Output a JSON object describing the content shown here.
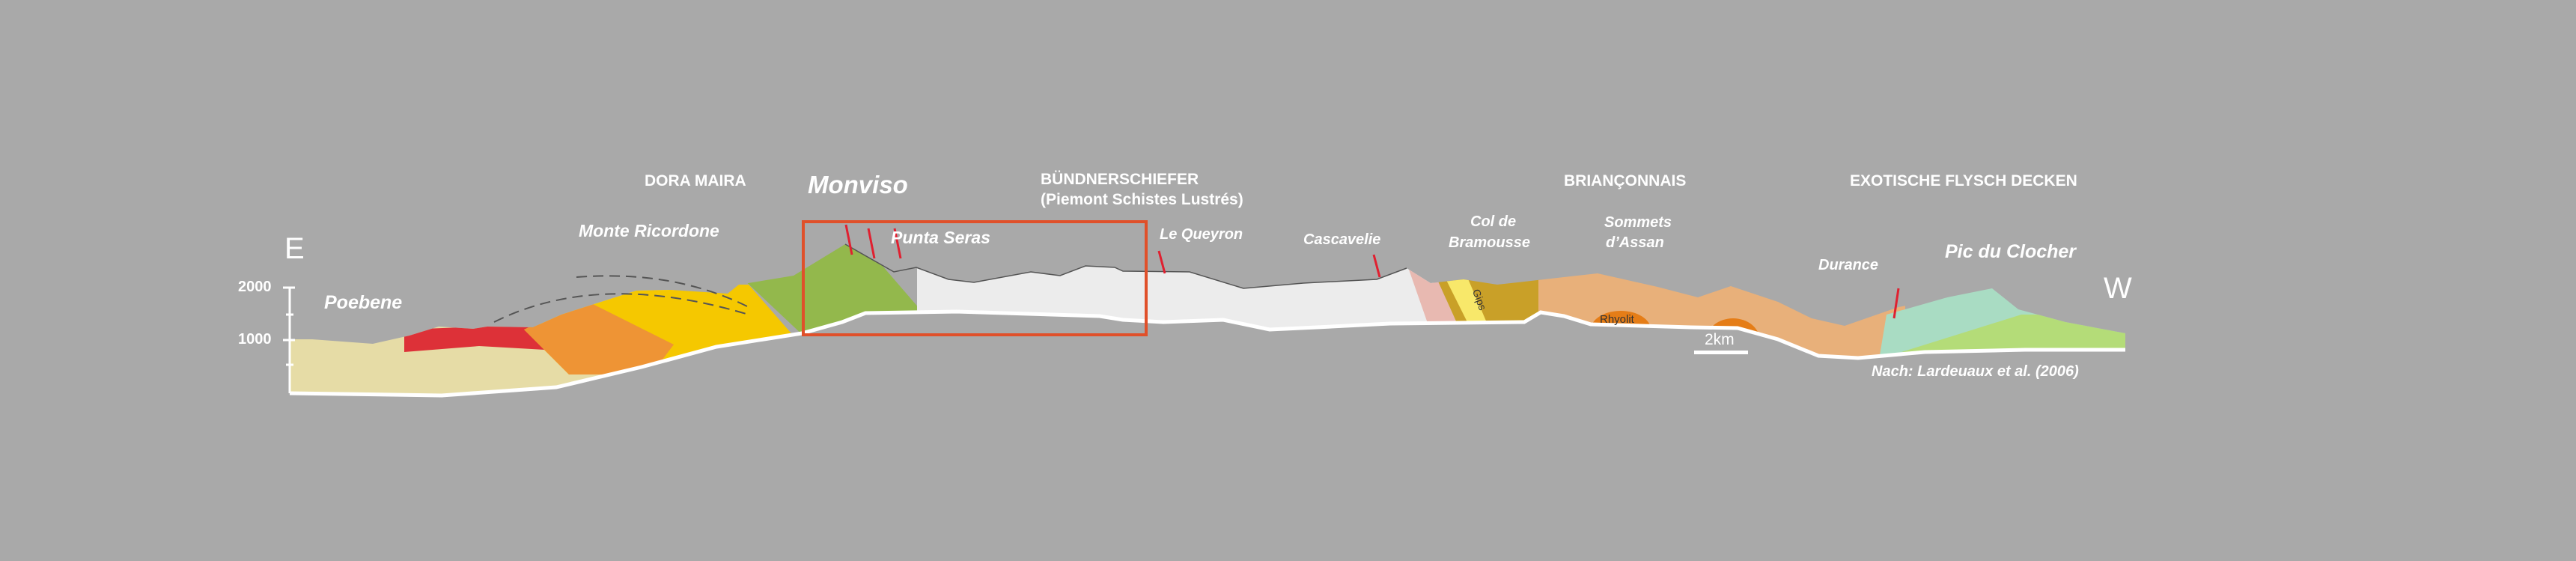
{
  "regions": {
    "dora_maira": "DORA MAIRA",
    "buendnerschiefer": "BÜNDNERSCHIEFER",
    "buendnerschiefer_sub": "(Piemont Schistes Lustrés)",
    "brianconnais": "BRIANÇONNAIS",
    "exotische": "EXOTISCHE FLYSCH DECKEN"
  },
  "places": {
    "monviso": "Monviso",
    "monte_ricordone": "Monte Ricordone",
    "punta_seras": "Punta Seras",
    "le_queyron": "Le Queyron",
    "cascavelie": "Cascavelie",
    "col_de": "Col de",
    "bramousse": "Bramousse",
    "sommets": "Sommets",
    "dassan": "d’Assan",
    "durance": "Durance",
    "pic_du_clocher": "Pic du Clocher",
    "poebene": "Poebene"
  },
  "units": {
    "gips": "Gips",
    "rhyolit": "Rhyolit"
  },
  "axis": {
    "east": "E",
    "west": "W",
    "tick_2000": "2000",
    "tick_1000": "1000"
  },
  "scale_bar": "2km",
  "source": "Nach: Lardeuaux et al. (2006)",
  "colors": {
    "background": "#a9a9a9",
    "frame": "#e0502a",
    "fault": "#e02030"
  }
}
